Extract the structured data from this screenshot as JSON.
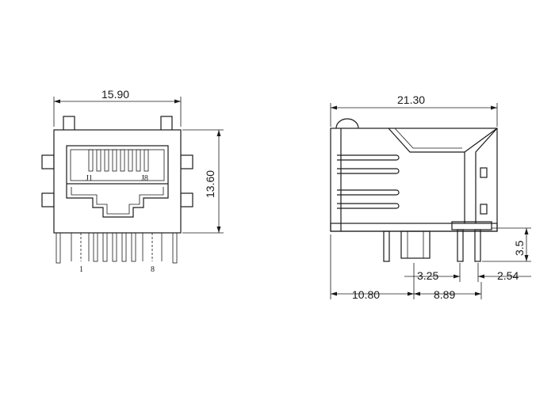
{
  "front_view": {
    "width_dim": "15.90",
    "height_dim": "13.60",
    "pin_label_j1": "J1",
    "pin_label_j8": "J8",
    "pin_num_1": "1",
    "pin_num_8": "8"
  },
  "side_view": {
    "length_dim": "21.30",
    "pin_height_dim": "3.5",
    "pin_offset_dim": "3.25",
    "pin_spacing_dim": "2.54",
    "front_to_pin_dim": "10.80",
    "pin_to_pin_dim": "8.89"
  }
}
